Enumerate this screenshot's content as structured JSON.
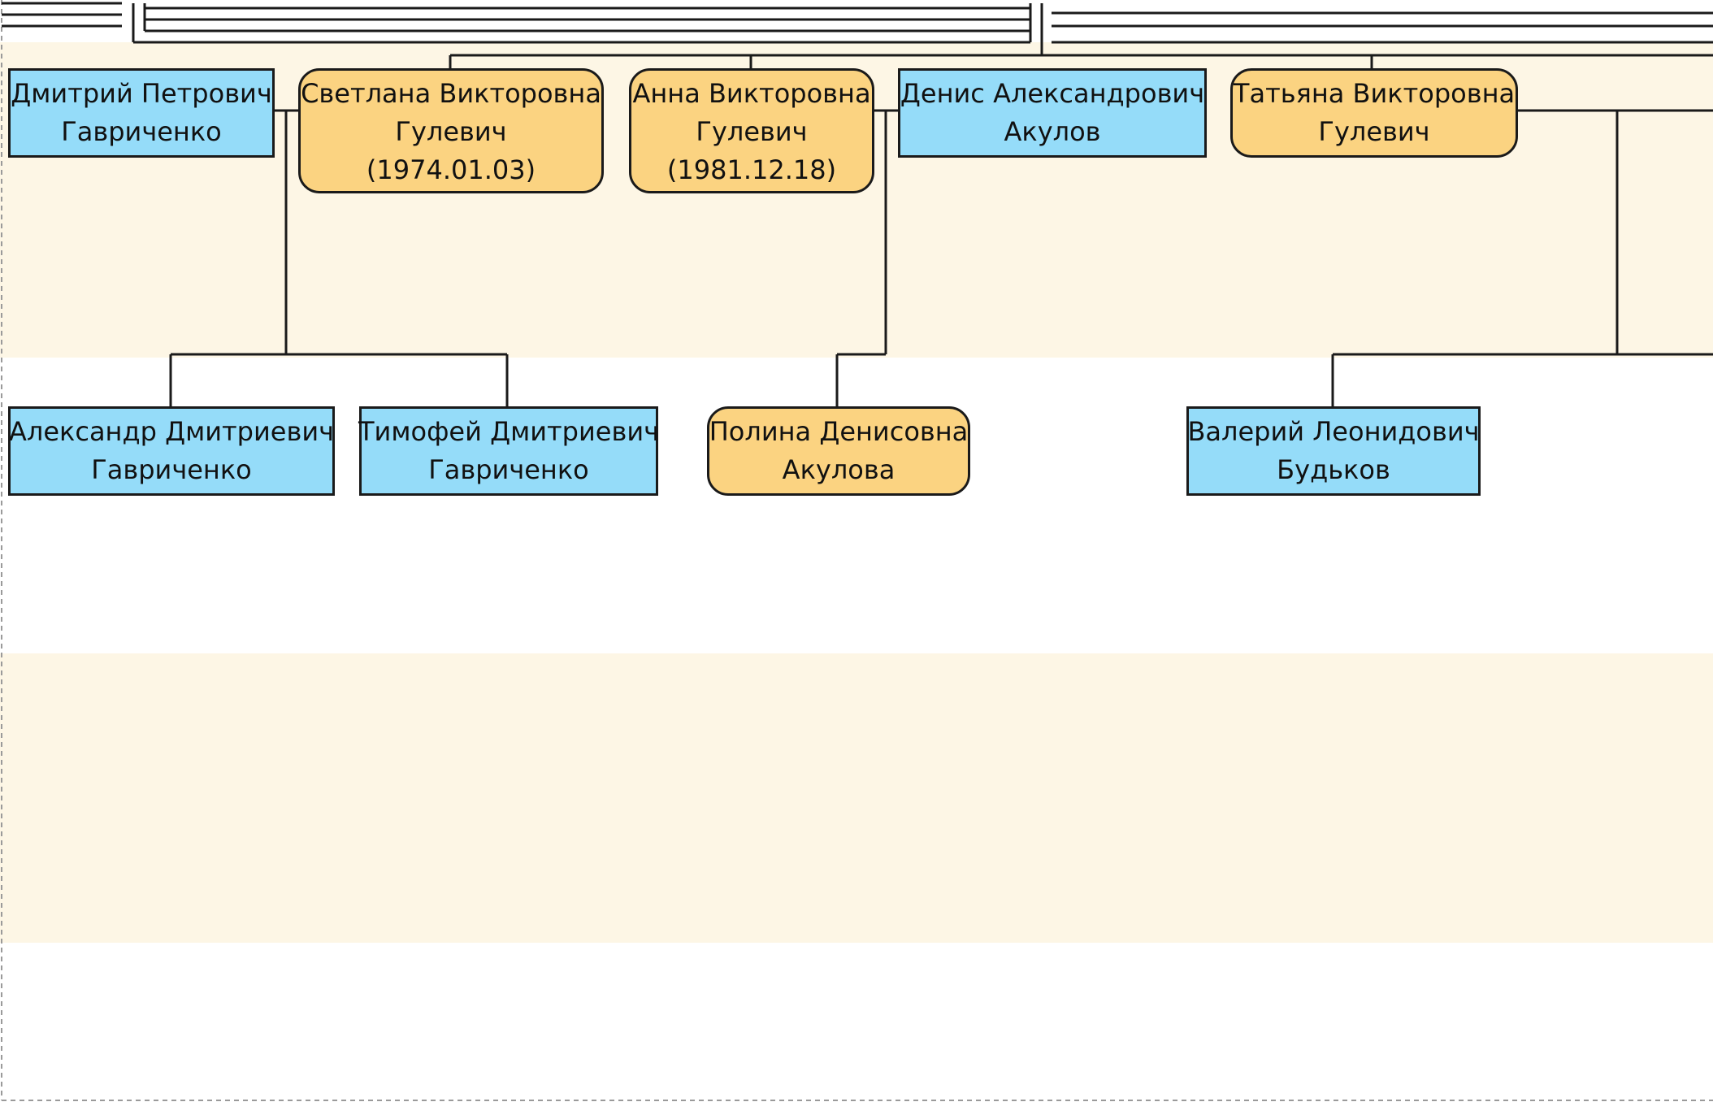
{
  "colors": {
    "band": "#fdf6e5",
    "male_fill": "#95dcf9",
    "female_fill": "#fbd381",
    "stroke": "#1a1a1a",
    "frame": "#9a9a9a"
  },
  "people": {
    "dmitry": {
      "first": "Дмитрий Петрович",
      "last": "Гавриченко",
      "gender": "male"
    },
    "svetlana": {
      "first": "Светлана Викторовна",
      "last": "Гулевич",
      "dates": "(1974.01.03)",
      "gender": "female"
    },
    "anna": {
      "first": "Анна Викторовна",
      "last": "Гулевич",
      "dates": "(1981.12.18)",
      "gender": "female"
    },
    "denis": {
      "first": "Денис Александрович",
      "last": "Акулов",
      "gender": "male"
    },
    "tatyana": {
      "first": "Татьяна Викторовна",
      "last": "Гулевич",
      "gender": "female"
    },
    "alexander": {
      "first": "Александр Дмитриевич",
      "last": "Гавриченко",
      "gender": "male"
    },
    "timofey": {
      "first": "Тимофей Дмитриевич",
      "last": "Гавриченко",
      "gender": "male"
    },
    "polina": {
      "first": "Полина Денисовна",
      "last": "Акулова",
      "gender": "female"
    },
    "valery": {
      "first": "Валерий Леонидович",
      "last": "Будьков",
      "gender": "male"
    }
  }
}
